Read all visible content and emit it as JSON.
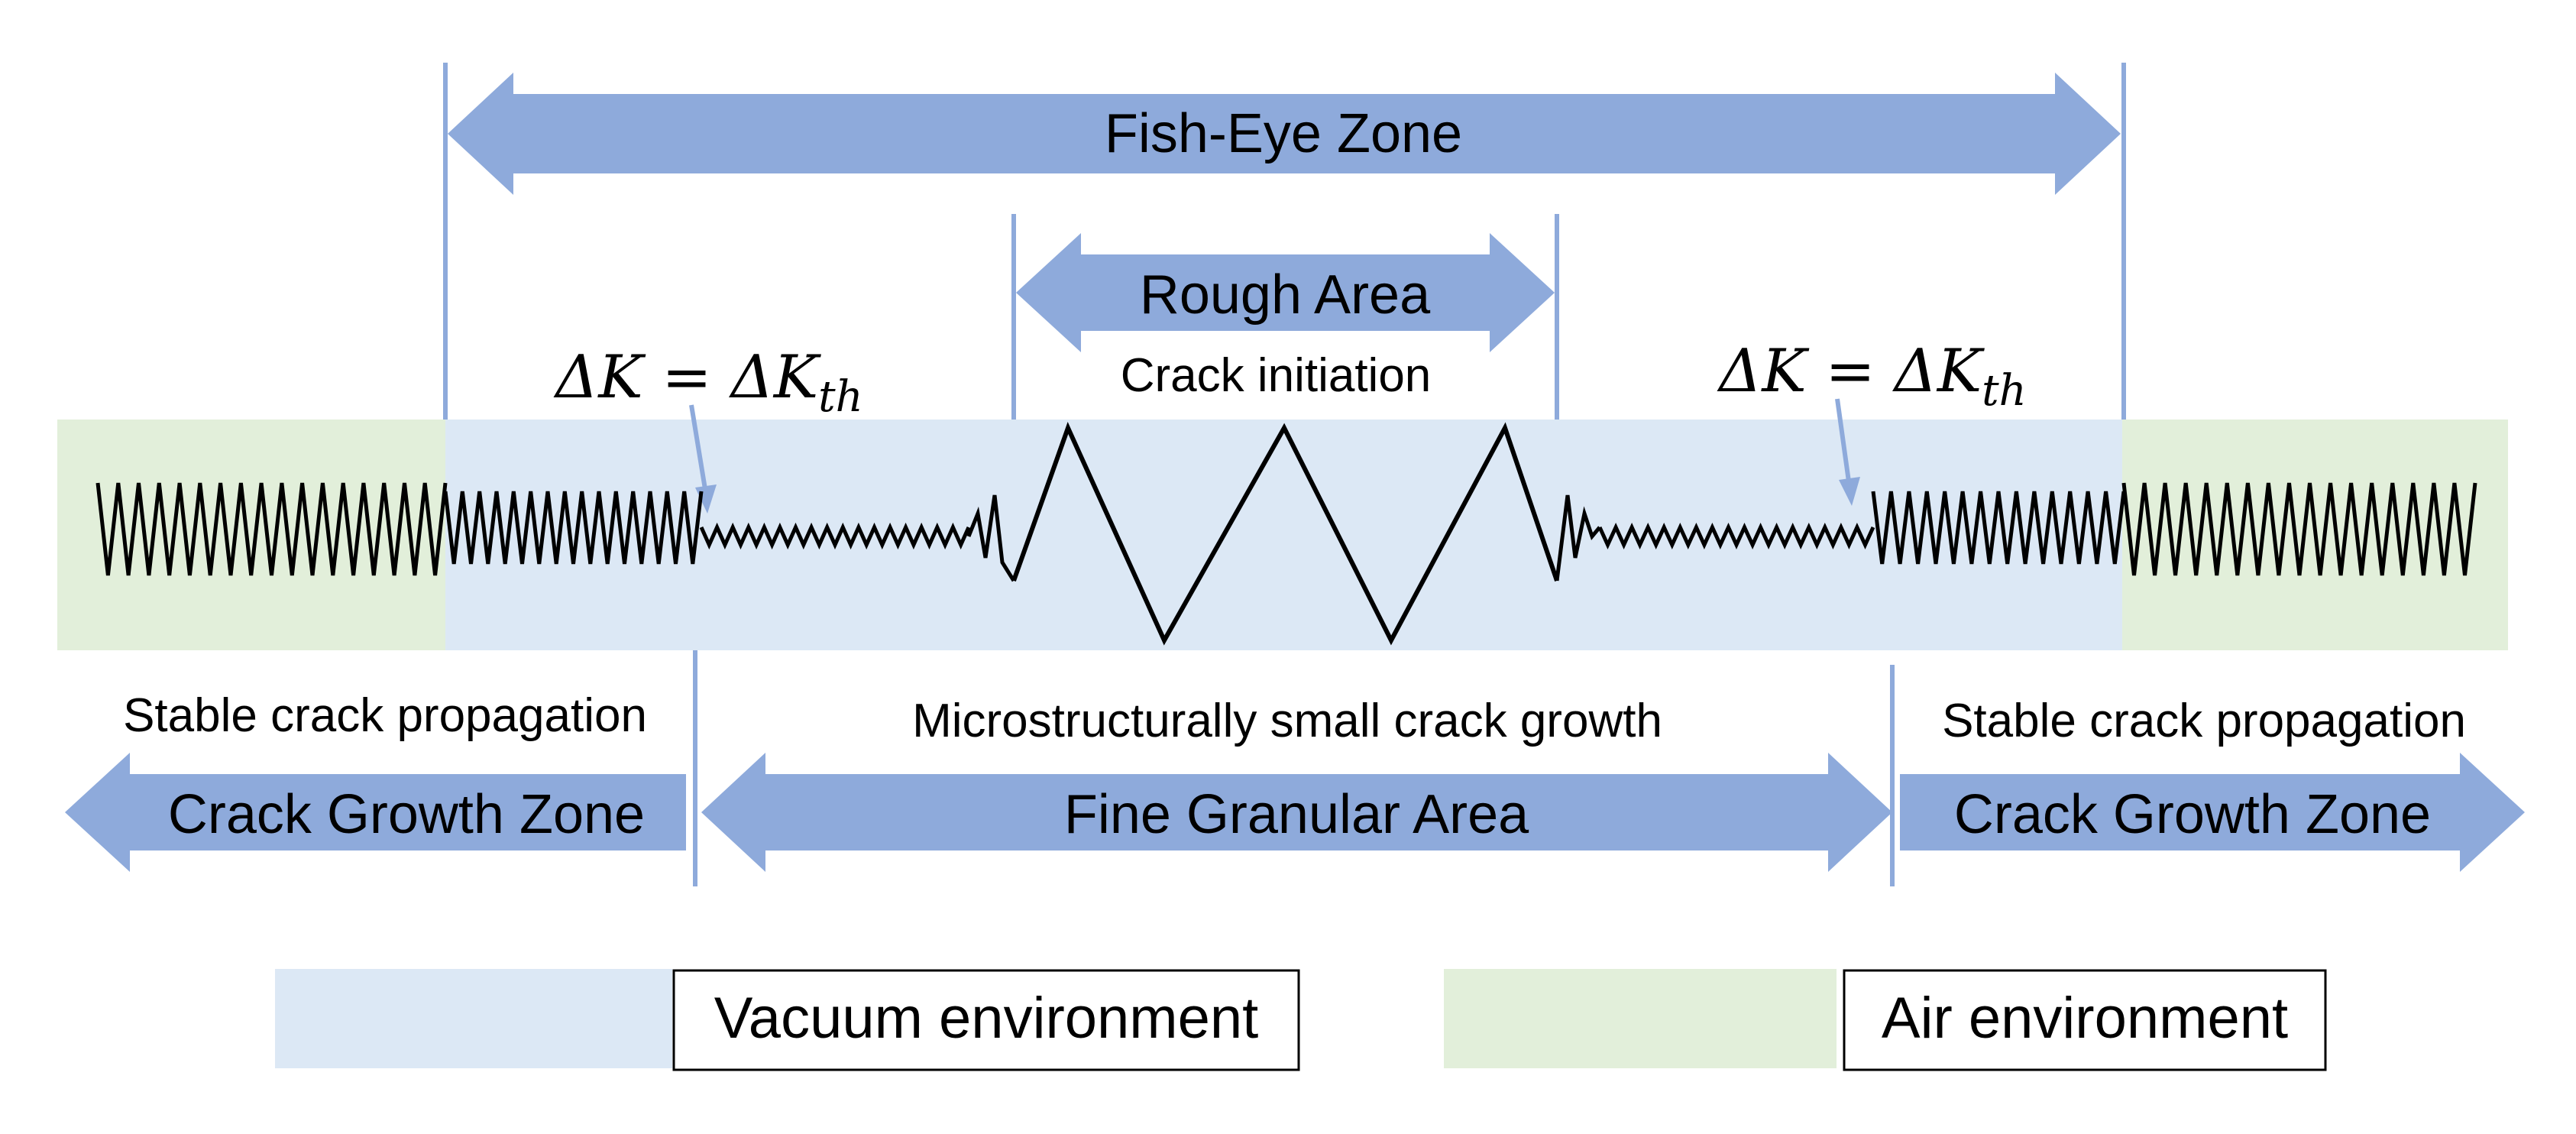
{
  "colors": {
    "vacuum_fill": "#dce8f5",
    "air_fill": "#e2efda",
    "arrow_fill": "#8eaadb",
    "marker_line": "#8eaadb",
    "crack_line": "#000000"
  },
  "top_arrows": {
    "fish_eye": "Fish-Eye Zone",
    "rough_area": "Rough Area"
  },
  "annotations": {
    "crack_initiation": "Crack initiation",
    "threshold_left": "ΔK = ΔK",
    "threshold_left_sub": "th",
    "threshold_right": "ΔK = ΔK",
    "threshold_right_sub": "th",
    "stable_left": "Stable crack propagation",
    "micro_small": "Microstructurally small crack growth",
    "stable_right": "Stable crack propagation"
  },
  "bottom_arrows": {
    "crack_growth_left": "Crack Growth Zone",
    "fine_granular": "Fine Granular Area",
    "crack_growth_right": "Crack Growth Zone"
  },
  "legend": {
    "vacuum": "Vacuum environment",
    "air": "Air environment"
  }
}
